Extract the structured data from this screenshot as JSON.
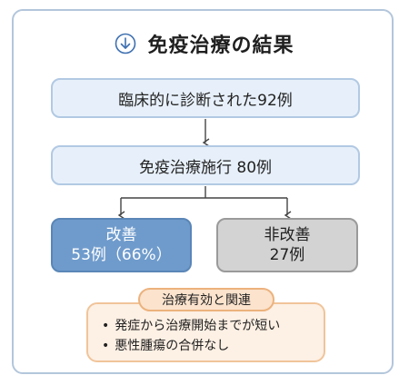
{
  "title": "免疫治療の結果",
  "icon": "down-arrow-circle-icon",
  "steps": {
    "diagnosed": "臨床的に診断された92例",
    "treated": "免疫治療施行 80例"
  },
  "outcomes": {
    "improved": {
      "label": "改善",
      "detail": "53例（66%）",
      "color": "#6f9bcc"
    },
    "not_improved": {
      "label": "非改善",
      "detail": "27例",
      "color": "#d3d3d3"
    }
  },
  "note": {
    "tag": "治療有効と関連",
    "items": [
      "発症から治療開始までが短い",
      "悪性腫瘍の合併なし"
    ]
  },
  "colors": {
    "frame": "#b3c6db",
    "light_box": "#e7f0fa",
    "note_fill": "#fdf0e4",
    "note_border": "#f0c49a"
  }
}
